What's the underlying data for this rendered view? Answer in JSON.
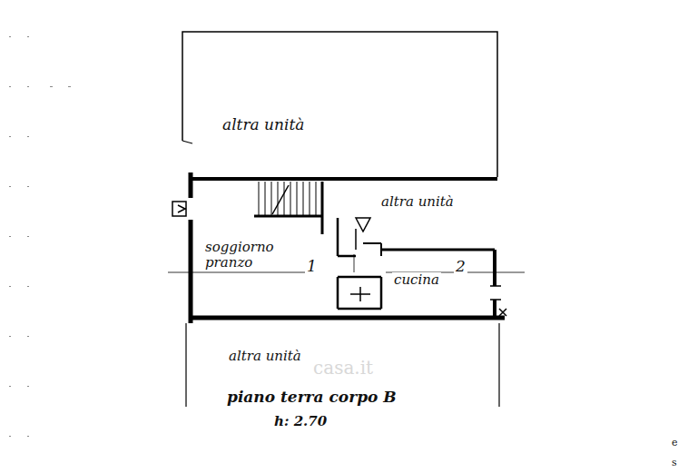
{
  "diagram": {
    "labels": [
      "altra unità",
      "altra unità",
      "soggiorno pranzo",
      "1",
      "cucina",
      "2",
      "altra unità",
      "casa.it",
      "piano terra corpo B",
      "h: 2.70",
      "e",
      "s"
    ]
  }
}
